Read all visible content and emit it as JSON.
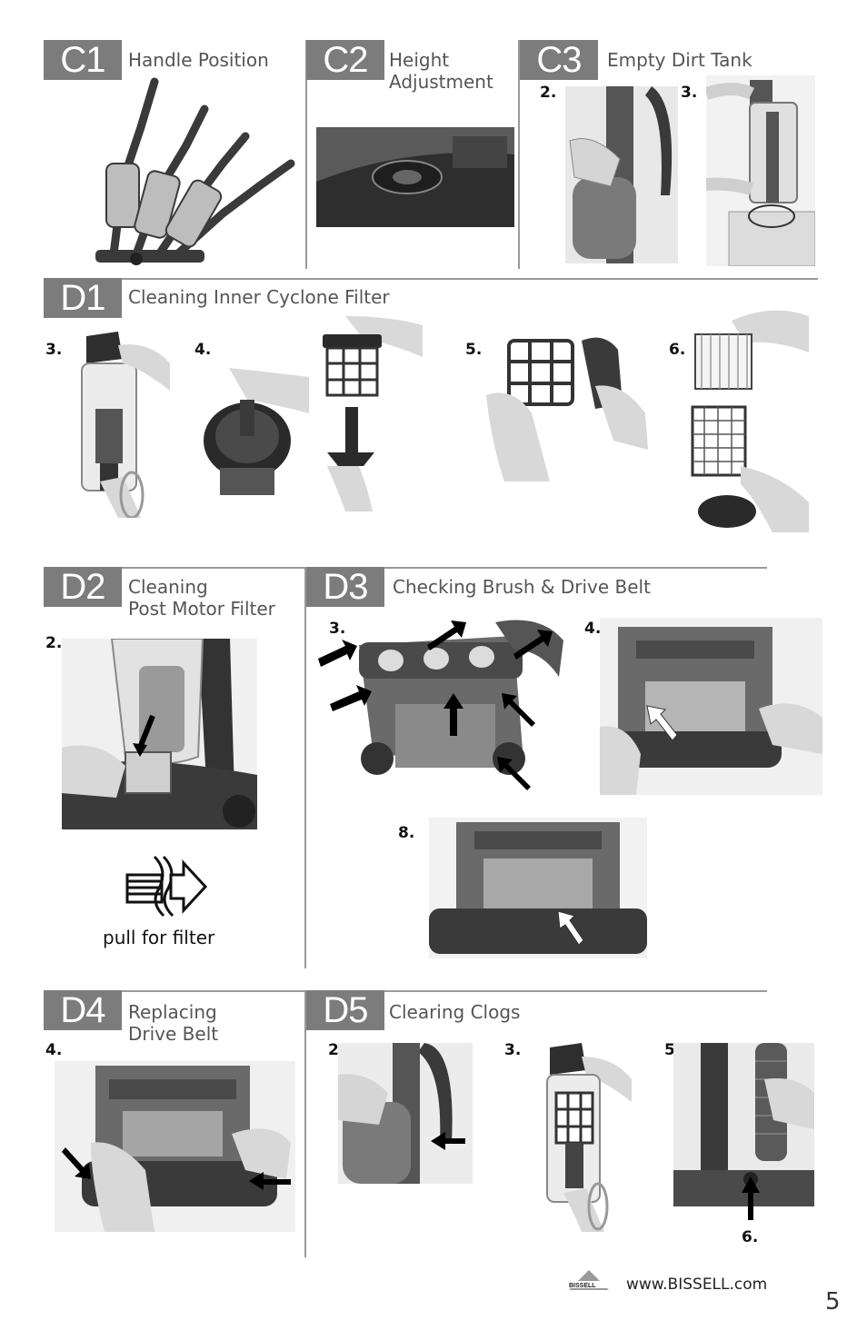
{
  "sections": {
    "c1": {
      "badge": "C1",
      "title": "Handle Position"
    },
    "c2": {
      "badge": "C2",
      "title": "Height\nAdjustment"
    },
    "c3": {
      "badge": "C3",
      "title": "Empty Dirt Tank",
      "steps": [
        "2.",
        "3."
      ]
    },
    "d1": {
      "badge": "D1",
      "title": "Cleaning Inner Cyclone Filter",
      "steps": [
        "3.",
        "4.",
        "5.",
        "6."
      ]
    },
    "d2": {
      "badge": "D2",
      "title": "Cleaning\nPost Motor Filter",
      "steps": [
        "2."
      ],
      "pull_label": "pull for filter"
    },
    "d3": {
      "badge": "D3",
      "title": "Checking Brush & Drive Belt",
      "steps": [
        "3.",
        "4.",
        "8."
      ]
    },
    "d4": {
      "badge": "D4",
      "title": "Replacing\nDrive Belt",
      "steps": [
        "4."
      ]
    },
    "d5": {
      "badge": "D5",
      "title": "Clearing Clogs",
      "steps": [
        "2.",
        "3.",
        "5.",
        "6."
      ]
    }
  },
  "footer": {
    "logo": "BISSELL",
    "url": "www.BISSELL.com",
    "page_number": "5"
  },
  "colors": {
    "badge": "#7c7c7c",
    "rule": "#9a9a9a",
    "photo_dark": "#3a3a3a",
    "photo_light": "#d9d9d9"
  }
}
